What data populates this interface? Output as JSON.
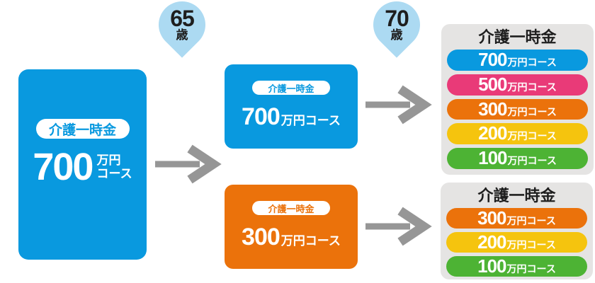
{
  "palette": {
    "blue": "#0999DF",
    "orange": "#EB720B",
    "pink": "#E93A78",
    "yellow": "#F5C40E",
    "green": "#4DB334",
    "panel_bg": "#E5E4E3",
    "arrow": "#969696",
    "balloon": "#ACDAF2",
    "dark_text": "#1E1E1E"
  },
  "age_markers": [
    {
      "number": "65",
      "unit": "歳"
    },
    {
      "number": "70",
      "unit": "歳"
    }
  ],
  "start_card": {
    "badge": "介護一時金",
    "amount": "700",
    "unit_top": "万円",
    "unit_bottom": "コース",
    "color": "#0999DF"
  },
  "mid_cards": [
    {
      "badge": "介護一時金",
      "amount": "700",
      "unit": "万円コース",
      "color": "#0999DF"
    },
    {
      "badge": "介護一時金",
      "amount": "300",
      "unit": "万円コース",
      "color": "#EB720B"
    }
  ],
  "panels": [
    {
      "title": "介護一時金",
      "options": [
        {
          "amount": "700",
          "unit": "万円コース",
          "color": "#0999DF"
        },
        {
          "amount": "500",
          "unit": "万円コース",
          "color": "#E93A78"
        },
        {
          "amount": "300",
          "unit": "万円コース",
          "color": "#EB720B"
        },
        {
          "amount": "200",
          "unit": "万円コース",
          "color": "#F5C40E"
        },
        {
          "amount": "100",
          "unit": "万円コース",
          "color": "#4DB334"
        }
      ]
    },
    {
      "title": "介護一時金",
      "options": [
        {
          "amount": "300",
          "unit": "万円コース",
          "color": "#EB720B"
        },
        {
          "amount": "200",
          "unit": "万円コース",
          "color": "#F5C40E"
        },
        {
          "amount": "100",
          "unit": "万円コース",
          "color": "#4DB334"
        }
      ]
    }
  ]
}
